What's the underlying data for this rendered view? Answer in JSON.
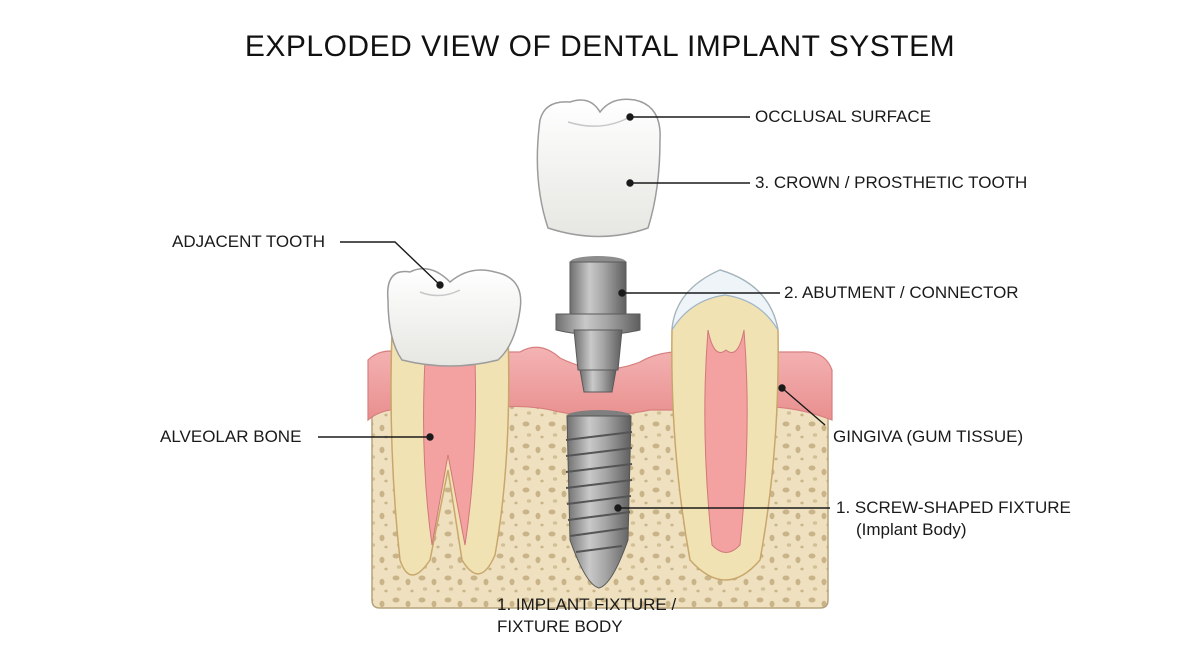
{
  "title": "EXPLODED VIEW OF DENTAL IMPLANT SYSTEM",
  "labels": {
    "occlusal_surface": "OCCLUSAL SURFACE",
    "crown": "3. CROWN / PROSTHETIC TOOTH",
    "adjacent_tooth": "ADJACENT TOOTH",
    "abutment": "2. ABUTMENT / CONNECTOR",
    "alveolar_bone": "ALVEOLAR BONE",
    "gingiva": "GINGIVA (GUM TISSUE)",
    "screw_fixture_line1": "1. SCREW-SHAPED FIXTURE",
    "screw_fixture_line2": "(Implant Body)",
    "implant_fixture_line1": "1. IMPLANT FIXTURE /",
    "implant_fixture_line2": "FIXTURE BODY"
  },
  "colors": {
    "gum": "#f2a5a5",
    "bone": "#efe1bf",
    "bone_dots": "#c9b48a",
    "enamel": "#f7f7f5",
    "dentin": "#f1e2b4",
    "pulp": "#f3a1a1",
    "metal": "#9a9a9a"
  }
}
